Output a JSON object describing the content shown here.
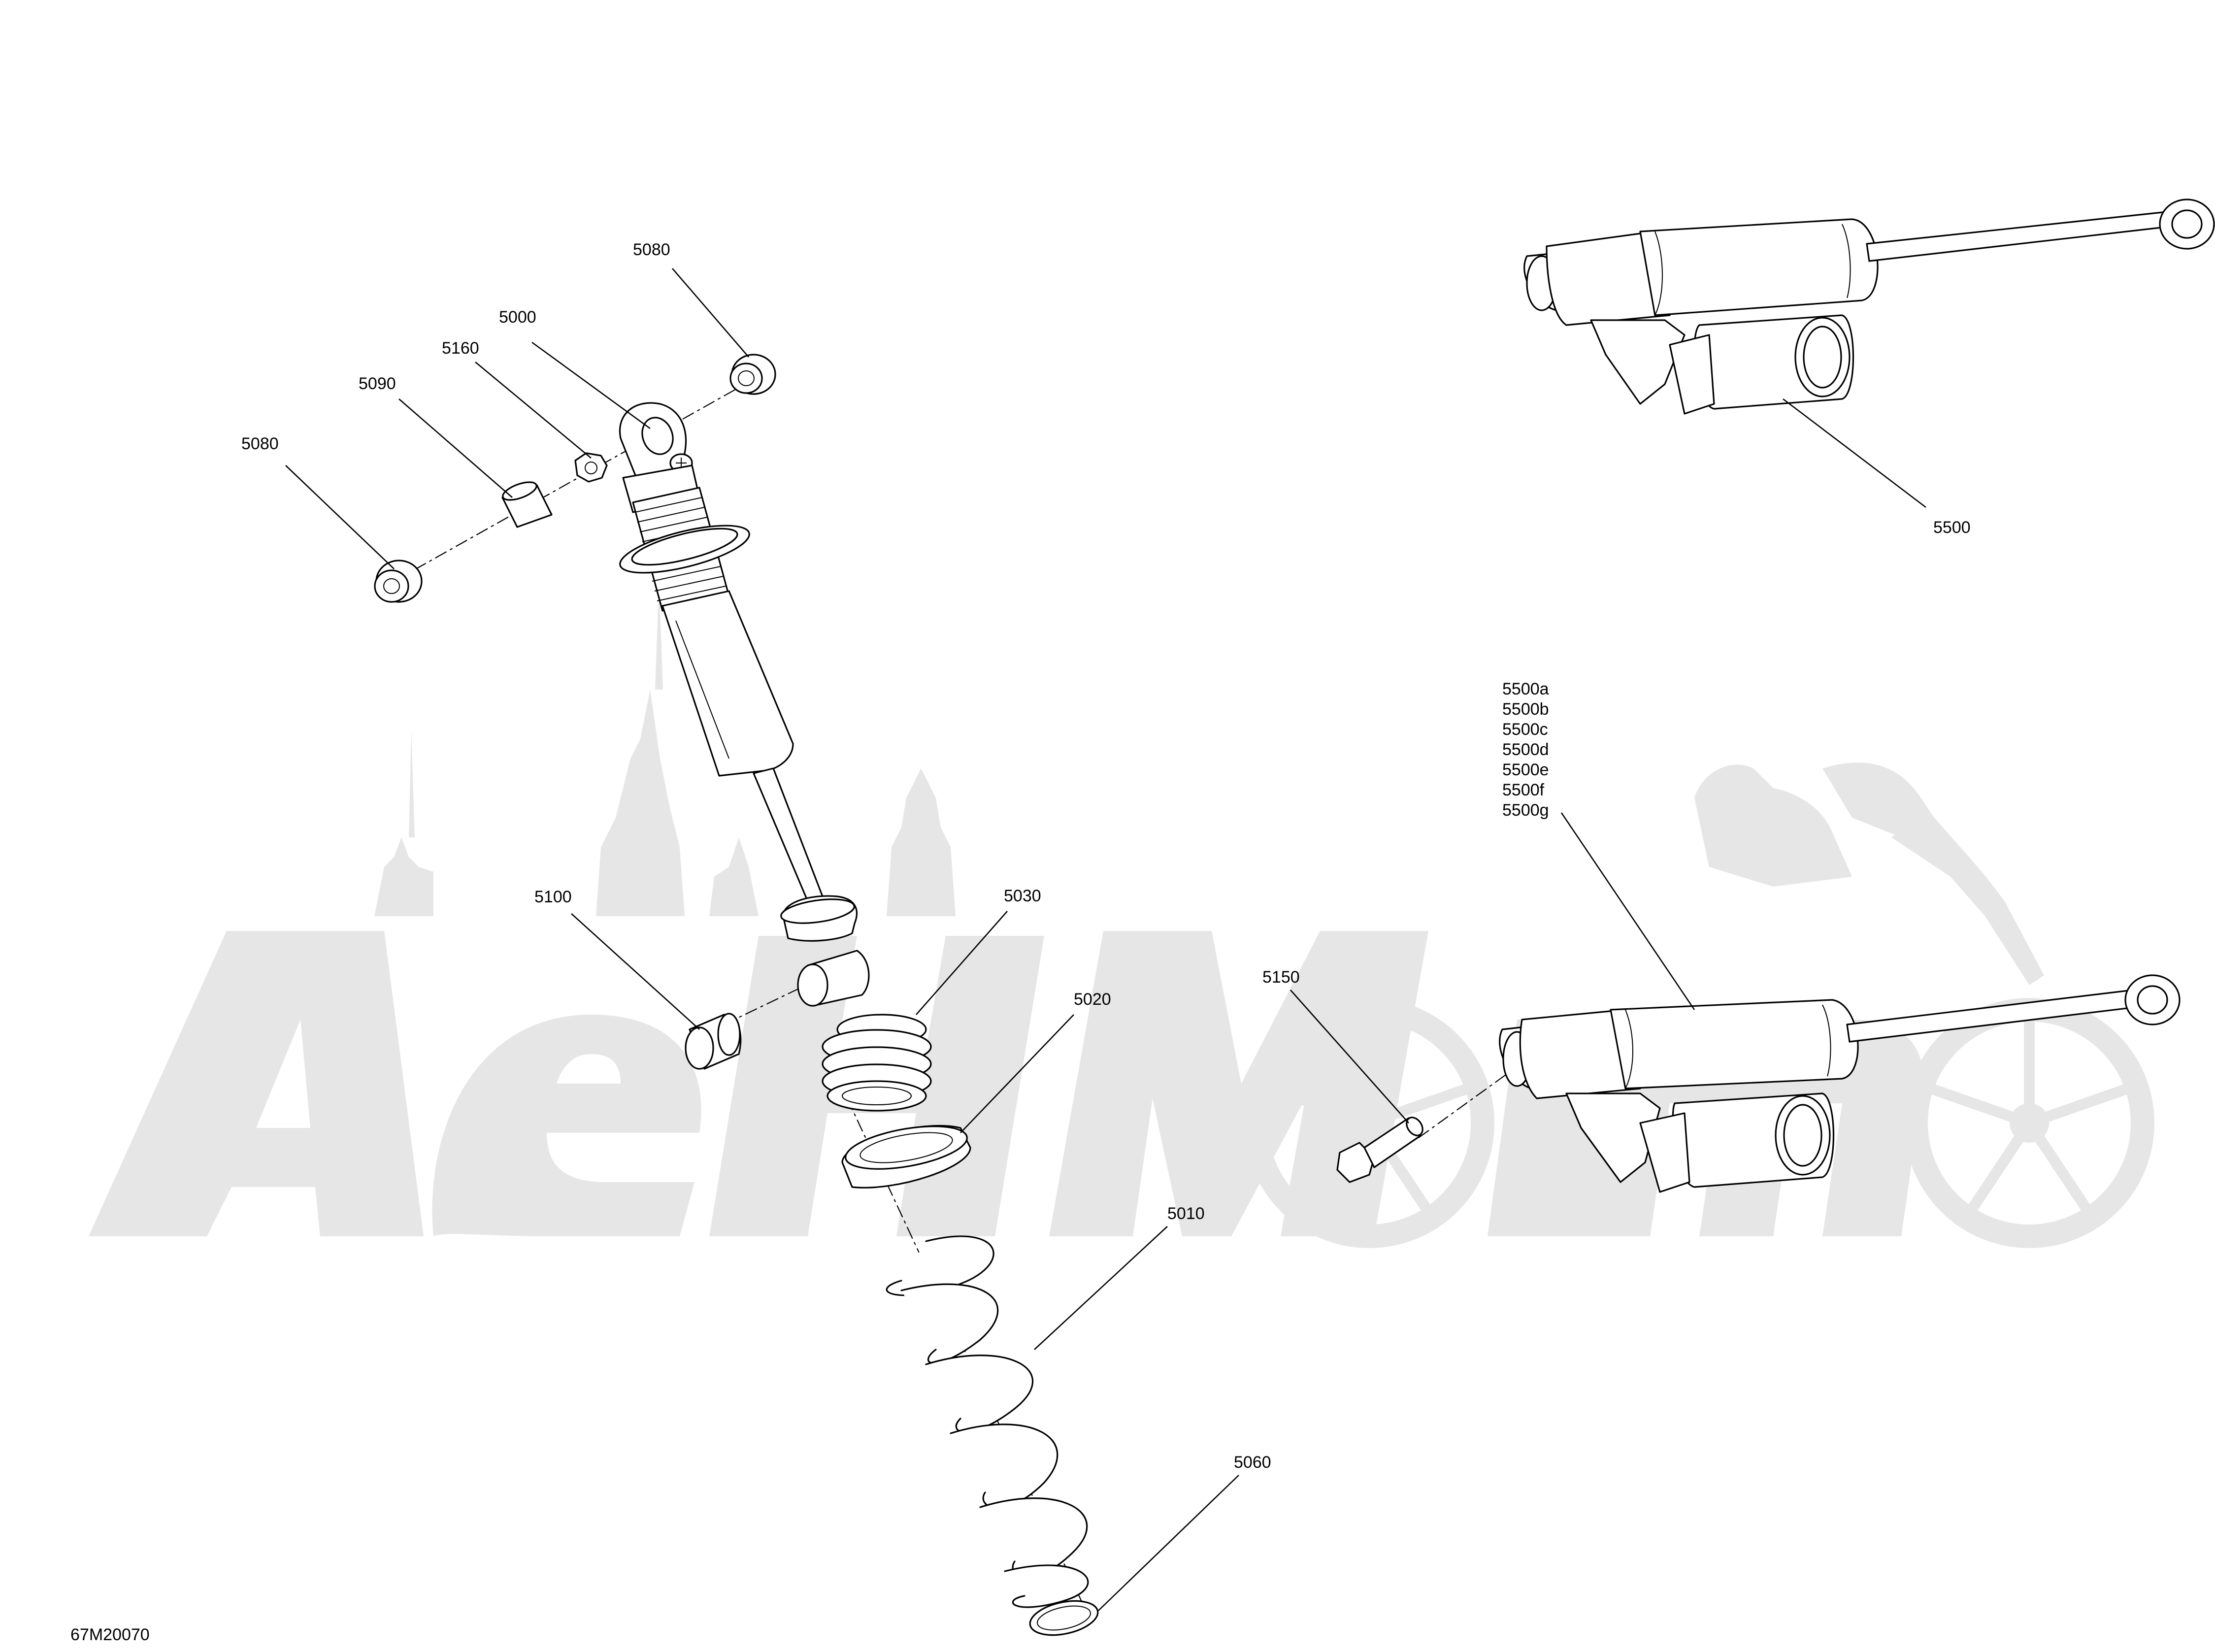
{
  "drawing_id": "67M20070",
  "watermark_text": "AeHMoto",
  "callouts": {
    "c5080_top": "5080",
    "c5000": "5000",
    "c5160": "5160",
    "c5090": "5090",
    "c5080_left": "5080",
    "c5100": "5100",
    "c5030": "5030",
    "c5020": "5020",
    "c5010": "5010",
    "c5060": "5060",
    "c5150": "5150",
    "c5500": "5500",
    "c5500_variants": [
      "5500a",
      "5500b",
      "5500c",
      "5500d",
      "5500e",
      "5500f",
      "5500g"
    ]
  }
}
